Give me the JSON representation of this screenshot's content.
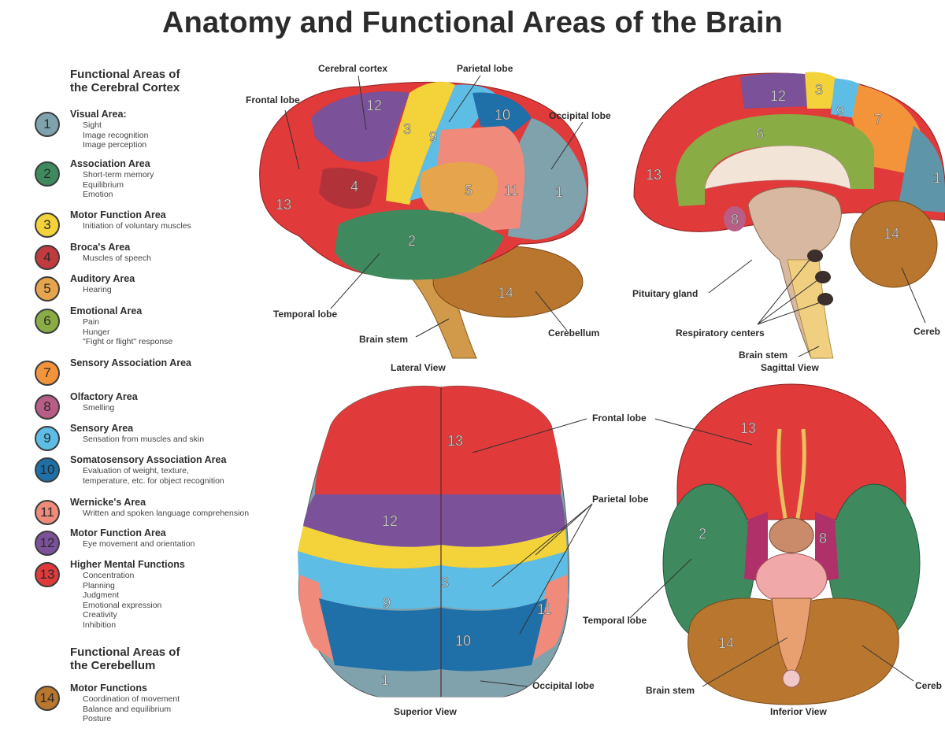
{
  "title": "Anatomy and Functional Areas of the Brain",
  "legend": {
    "cortex_heading_1": "Functional Areas of",
    "cortex_heading_2": "the Cerebral Cortex",
    "cerebellum_heading_1": "Functional Areas of",
    "cerebellum_heading_2": "the Cerebellum",
    "items": [
      {
        "num": "1",
        "color": "#7fa2ad",
        "name": "Visual Area:",
        "lines": [
          "Sight",
          "Image recognition",
          "Image perception"
        ]
      },
      {
        "num": "2",
        "color": "#3e8a5e",
        "name": "Association Area",
        "lines": [
          "Short-term memory",
          "Equilibrium",
          "Emotion"
        ]
      },
      {
        "num": "3",
        "color": "#f3d23a",
        "name": "Motor Function Area",
        "lines": [
          "Initiation of voluntary muscles"
        ]
      },
      {
        "num": "4",
        "color": "#c03a3e",
        "name": "Broca's Area",
        "lines": [
          "Muscles of speech"
        ]
      },
      {
        "num": "5",
        "color": "#e6a44c",
        "name": "Auditory Area",
        "lines": [
          "Hearing"
        ]
      },
      {
        "num": "6",
        "color": "#8aac45",
        "name": "Emotional Area",
        "lines": [
          "Pain",
          "Hunger",
          "\"Fight or flight\" response"
        ]
      },
      {
        "num": "7",
        "color": "#f4943a",
        "name": "Sensory Association Area",
        "lines": []
      },
      {
        "num": "8",
        "color": "#b85d86",
        "name": "Olfactory Area",
        "lines": [
          "Smelling"
        ]
      },
      {
        "num": "9",
        "color": "#5ebde5",
        "name": "Sensory Area",
        "lines": [
          "Sensation from muscles and skin"
        ]
      },
      {
        "num": "10",
        "color": "#1f6fa8",
        "name": "Somatosensory Association Area",
        "lines": [
          "Evaluation of weight, texture,",
          "temperature, etc. for object recognition"
        ]
      },
      {
        "num": "11",
        "color": "#f08a7a",
        "name": "Wernicke's Area",
        "lines": [
          "Written and spoken language comprehension"
        ]
      },
      {
        "num": "12",
        "color": "#7b519a",
        "name": "Motor Function Area",
        "lines": [
          "Eye movement and orientation"
        ]
      },
      {
        "num": "13",
        "color": "#e03a3a",
        "name": "Higher Mental Functions",
        "lines": [
          "Concentration",
          "Planning",
          "Judgment",
          "Emotional expression",
          "Creativity",
          "Inhibition"
        ]
      },
      {
        "num": "14",
        "color": "#b8762e",
        "name": "Motor Functions",
        "lines": [
          "Coordination of movement",
          "Balance and equilibrium",
          "Posture"
        ]
      }
    ]
  },
  "lateral": {
    "view": "Lateral View",
    "labels": {
      "cerebral_cortex": "Cerebral cortex",
      "parietal_lobe": "Parietal lobe",
      "frontal_lobe": "Frontal lobe",
      "occipital_lobe": "Occipital lobe",
      "temporal_lobe": "Temporal lobe",
      "brain_stem": "Brain stem",
      "cerebellum": "Cerebellum"
    }
  },
  "sagittal": {
    "view": "Sagittal View",
    "labels": {
      "pituitary_gland": "Pituitary gland",
      "respiratory_centers": "Respiratory centers",
      "brain_stem": "Brain stem",
      "cerebellum_cut": "Cereb"
    }
  },
  "superior": {
    "view": "Superior View",
    "labels": {
      "frontal_lobe": "Frontal lobe",
      "parietal_lobe": "Parietal lobe",
      "occipital_lobe": "Occipital lobe"
    }
  },
  "inferior": {
    "view": "Inferior View",
    "labels": {
      "temporal_lobe": "Temporal lobe",
      "brain_stem": "Brain stem",
      "cerebellum_cut": "Cereb"
    }
  }
}
